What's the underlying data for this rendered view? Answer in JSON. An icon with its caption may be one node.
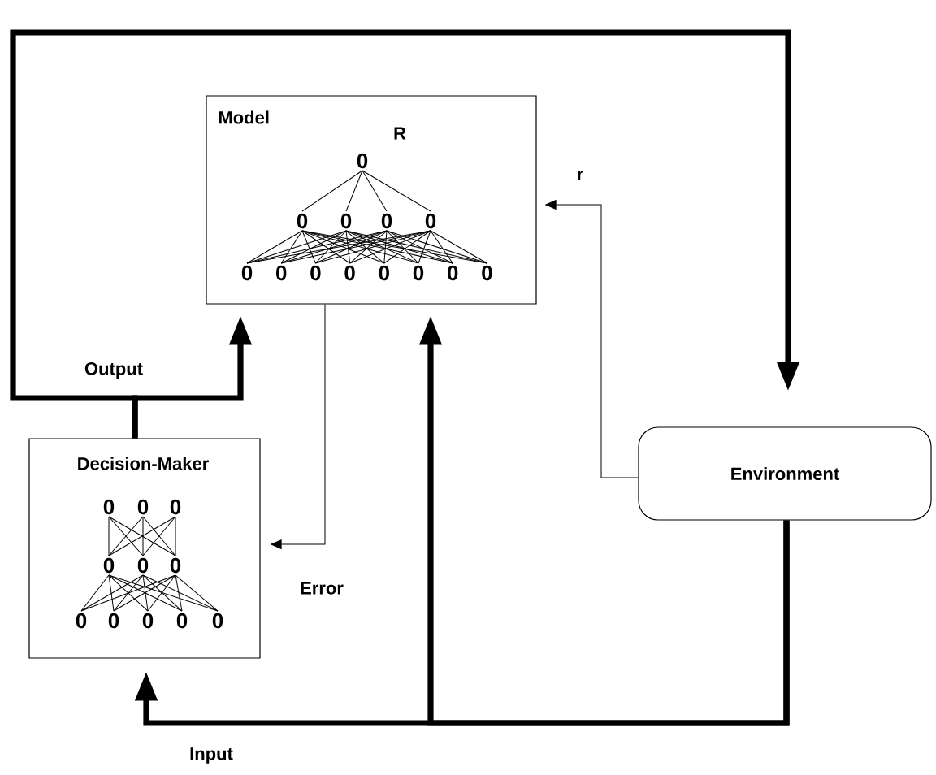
{
  "diagram": {
    "nodes": [
      {
        "text": [
          "Model"
        ]
      },
      {
        "text": [
          "Decision-Maker"
        ]
      },
      {
        "text": [
          "Environment"
        ]
      }
    ],
    "edges": [
      {
        "from": 1,
        "to": 0,
        "arrow": "to",
        "label": "Output"
      },
      {
        "from": 1,
        "to": 2,
        "arrow": "to"
      },
      {
        "from": 2,
        "to": 1,
        "arrow": "to",
        "label": "Input"
      },
      {
        "from": 2,
        "to": 0,
        "arrow": "to"
      },
      {
        "from": 2,
        "to": 0,
        "arrow": "to",
        "label": "r"
      },
      {
        "from": 0,
        "to": 1,
        "arrow": "to",
        "label": "Error"
      }
    ],
    "labels": [
      "R",
      "0",
      "0",
      "0",
      "0",
      "0",
      "0",
      "0",
      "0",
      "0",
      "0",
      "0",
      "0",
      "0",
      "0",
      "0",
      "0",
      "0",
      "0",
      "0",
      "0",
      "0",
      "0",
      "0",
      "0"
    ]
  }
}
